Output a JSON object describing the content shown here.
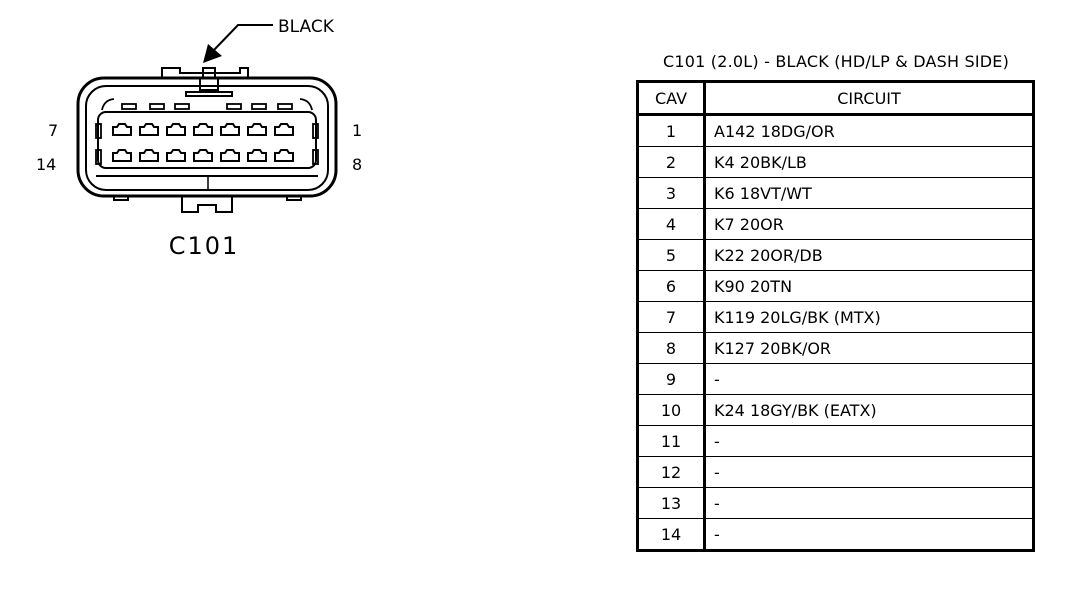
{
  "connector": {
    "name": "C101",
    "color_callout": "BLACK",
    "pin_labels": {
      "top_left": "7",
      "bottom_left": "14",
      "top_right": "1",
      "bottom_right": "8"
    }
  },
  "table": {
    "title": "C101 (2.0L) - BLACK (HD/LP & DASH SIDE)",
    "headers": {
      "cav": "CAV",
      "circuit": "CIRCUIT"
    },
    "rows": [
      {
        "cav": "1",
        "circuit": "A142 18DG/OR"
      },
      {
        "cav": "2",
        "circuit": "K4 20BK/LB"
      },
      {
        "cav": "3",
        "circuit": "K6 18VT/WT"
      },
      {
        "cav": "4",
        "circuit": "K7 20OR"
      },
      {
        "cav": "5",
        "circuit": "K22 20OR/DB"
      },
      {
        "cav": "6",
        "circuit": "K90 20TN"
      },
      {
        "cav": "7",
        "circuit": "K119 20LG/BK (MTX)"
      },
      {
        "cav": "8",
        "circuit": "K127 20BK/OR"
      },
      {
        "cav": "9",
        "circuit": "-"
      },
      {
        "cav": "10",
        "circuit": "K24 18GY/BK (EATX)"
      },
      {
        "cav": "11",
        "circuit": "-"
      },
      {
        "cav": "12",
        "circuit": "-"
      },
      {
        "cav": "13",
        "circuit": "-"
      },
      {
        "cav": "14",
        "circuit": "-"
      }
    ]
  }
}
